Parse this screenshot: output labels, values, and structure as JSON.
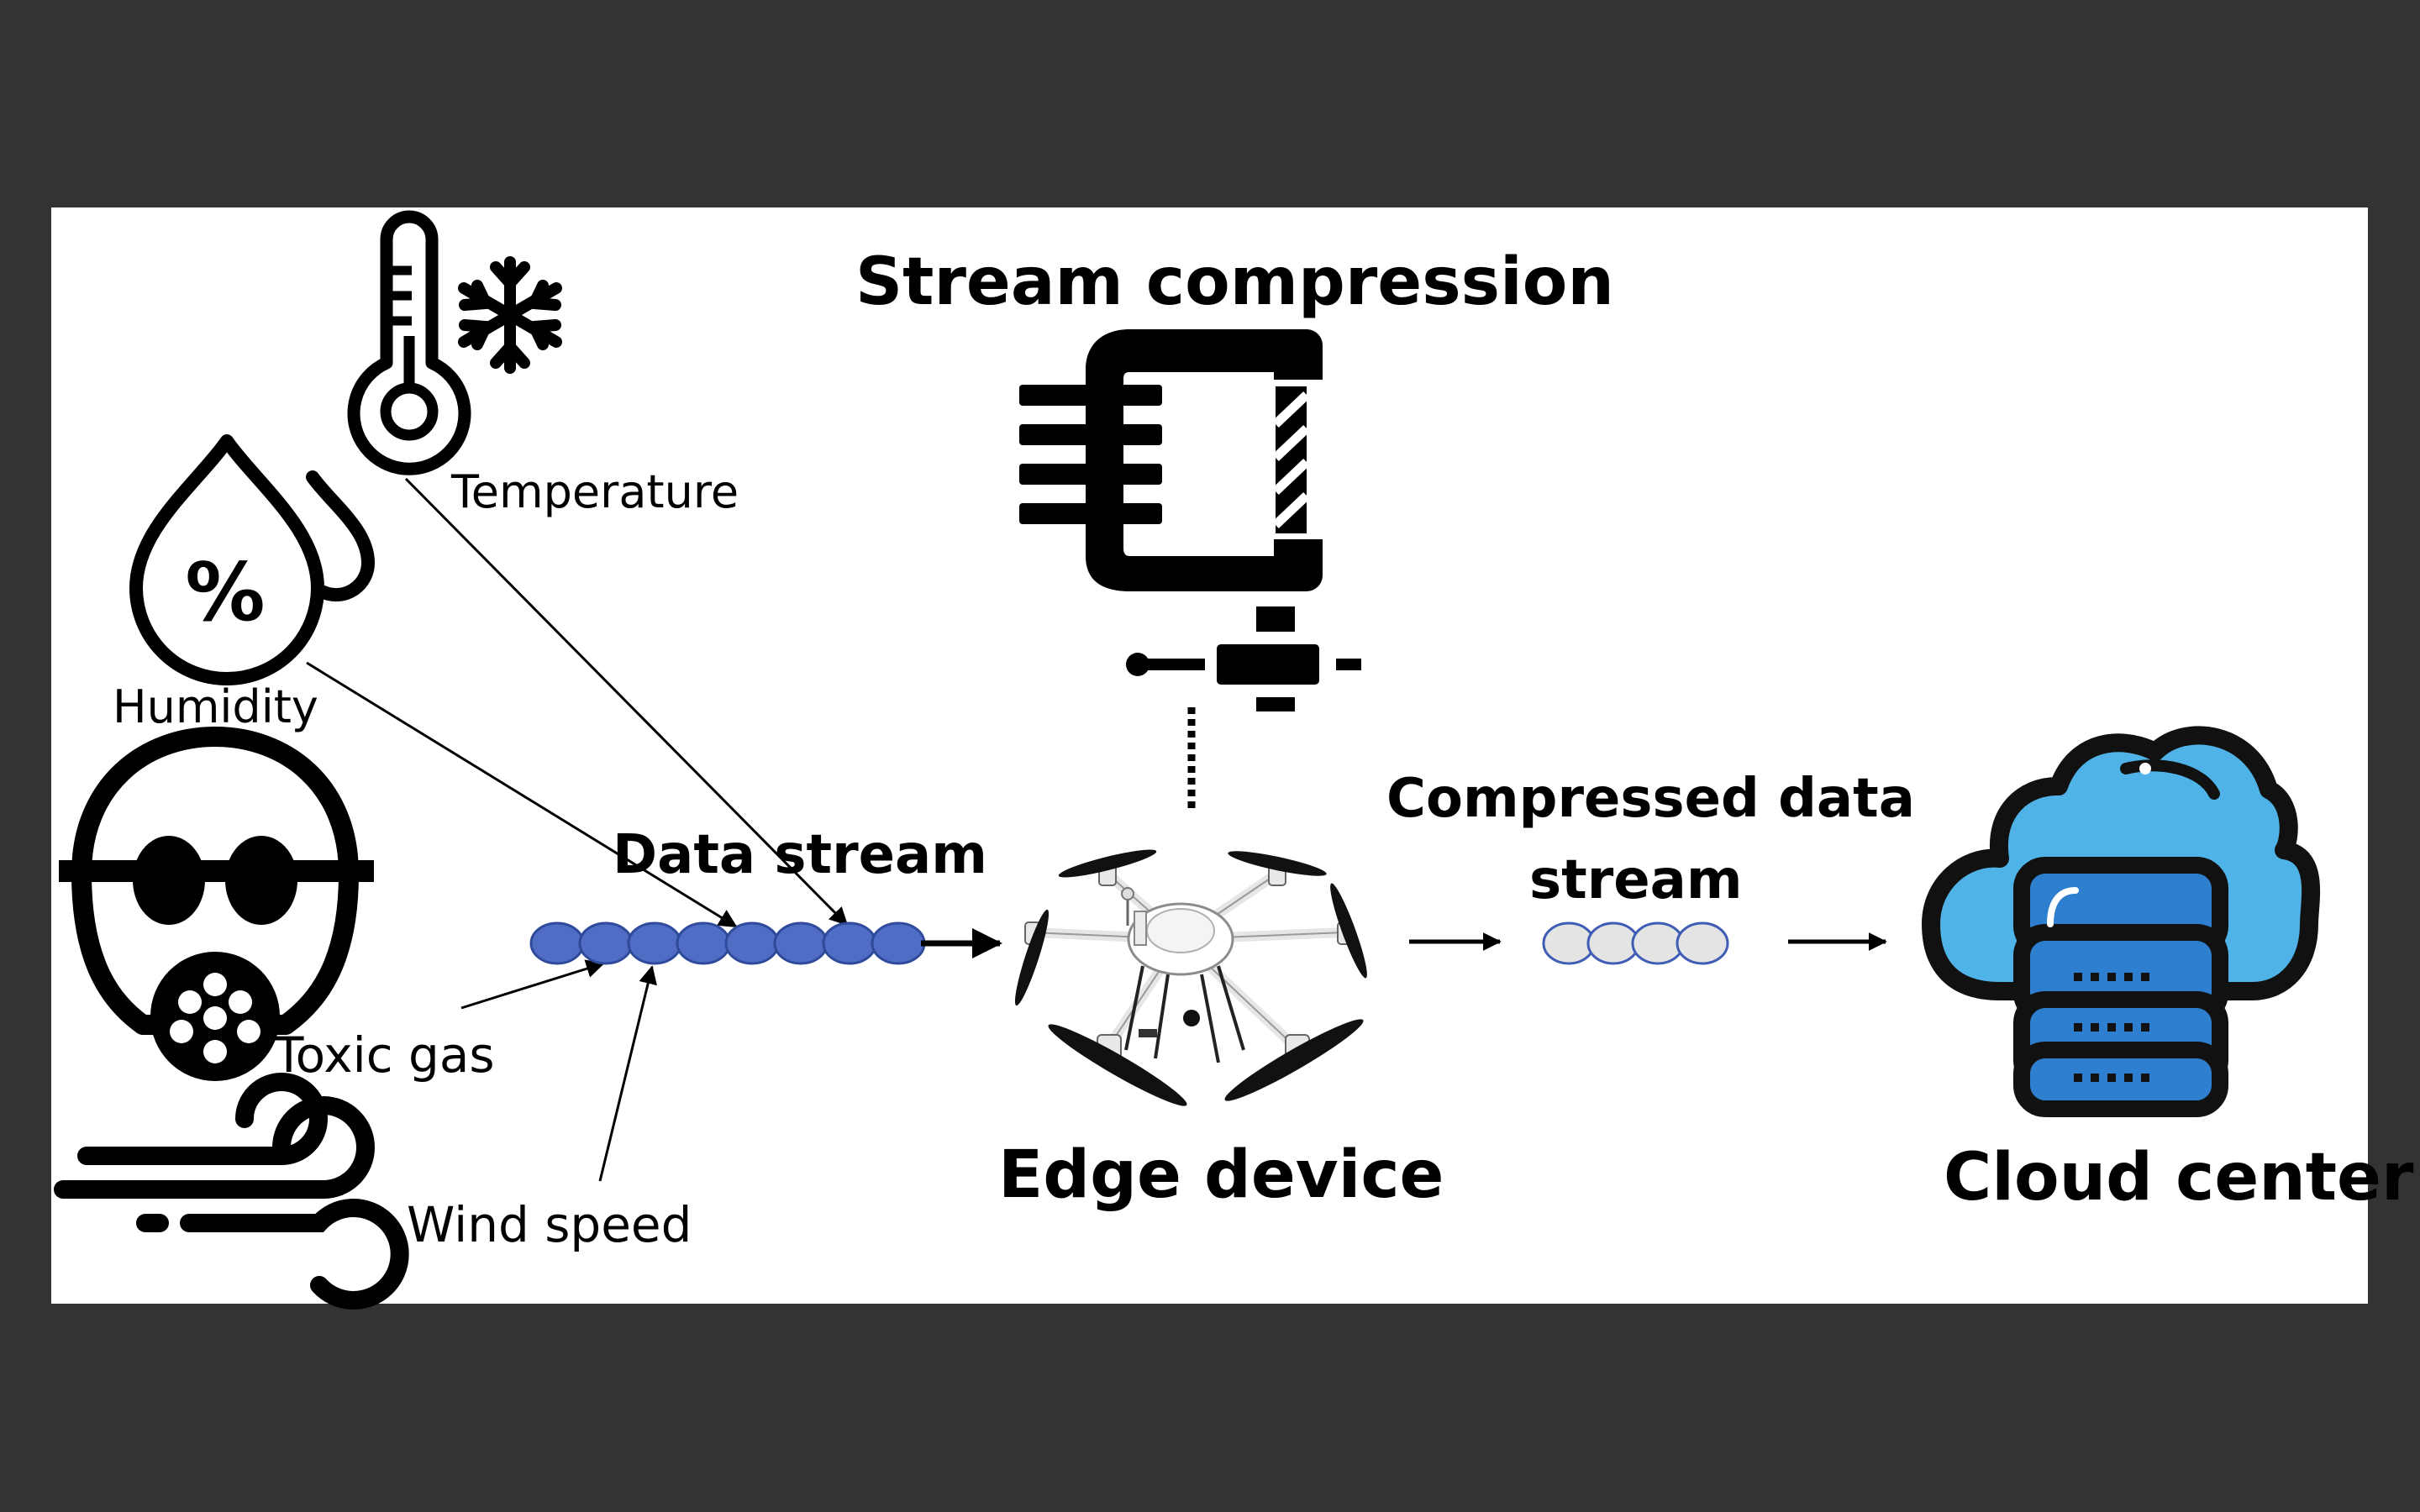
{
  "diagram": {
    "title": "Stream compression",
    "sensors": {
      "temperature": "Temperature",
      "humidity": "Humidity",
      "toxic_gas": "Toxic gas",
      "wind_speed": "Wind speed"
    },
    "data_stream_label": "Data stream",
    "edge_device_label": "Edge device",
    "compressed_label_line1": "Compressed data",
    "compressed_label_line2": "stream",
    "cloud_label": "Cloud center",
    "humidity_glyph": "%",
    "raw_stream_packet_count": 8,
    "compressed_stream_packet_count": 4
  },
  "colors": {
    "background": "#333333",
    "panel": "#ffffff",
    "raw_packet": "#4f6dc4",
    "compressed_packet": "#e4e4e4",
    "cloud_fill": "#4fb3e8",
    "server_fill": "#2e7fd0",
    "icon": "#000000"
  },
  "icons": [
    "thermometer-icon",
    "snowflake-icon",
    "humidity-drop-icon",
    "gas-mask-icon",
    "wind-icon",
    "clamp-icon",
    "drone-icon",
    "cloud-server-icon"
  ]
}
